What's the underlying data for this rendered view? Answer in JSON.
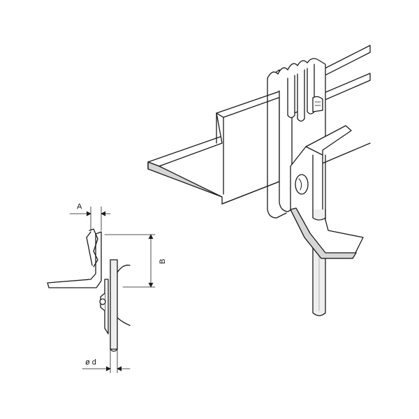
{
  "labels": {
    "dim_a": "A",
    "dim_b": "B",
    "dim_d": "ø d"
  },
  "colors": {
    "line": "#1a1a1a",
    "shade": "#d6d6d6",
    "fill": "#ffffff",
    "rod": "#eeeeee"
  }
}
